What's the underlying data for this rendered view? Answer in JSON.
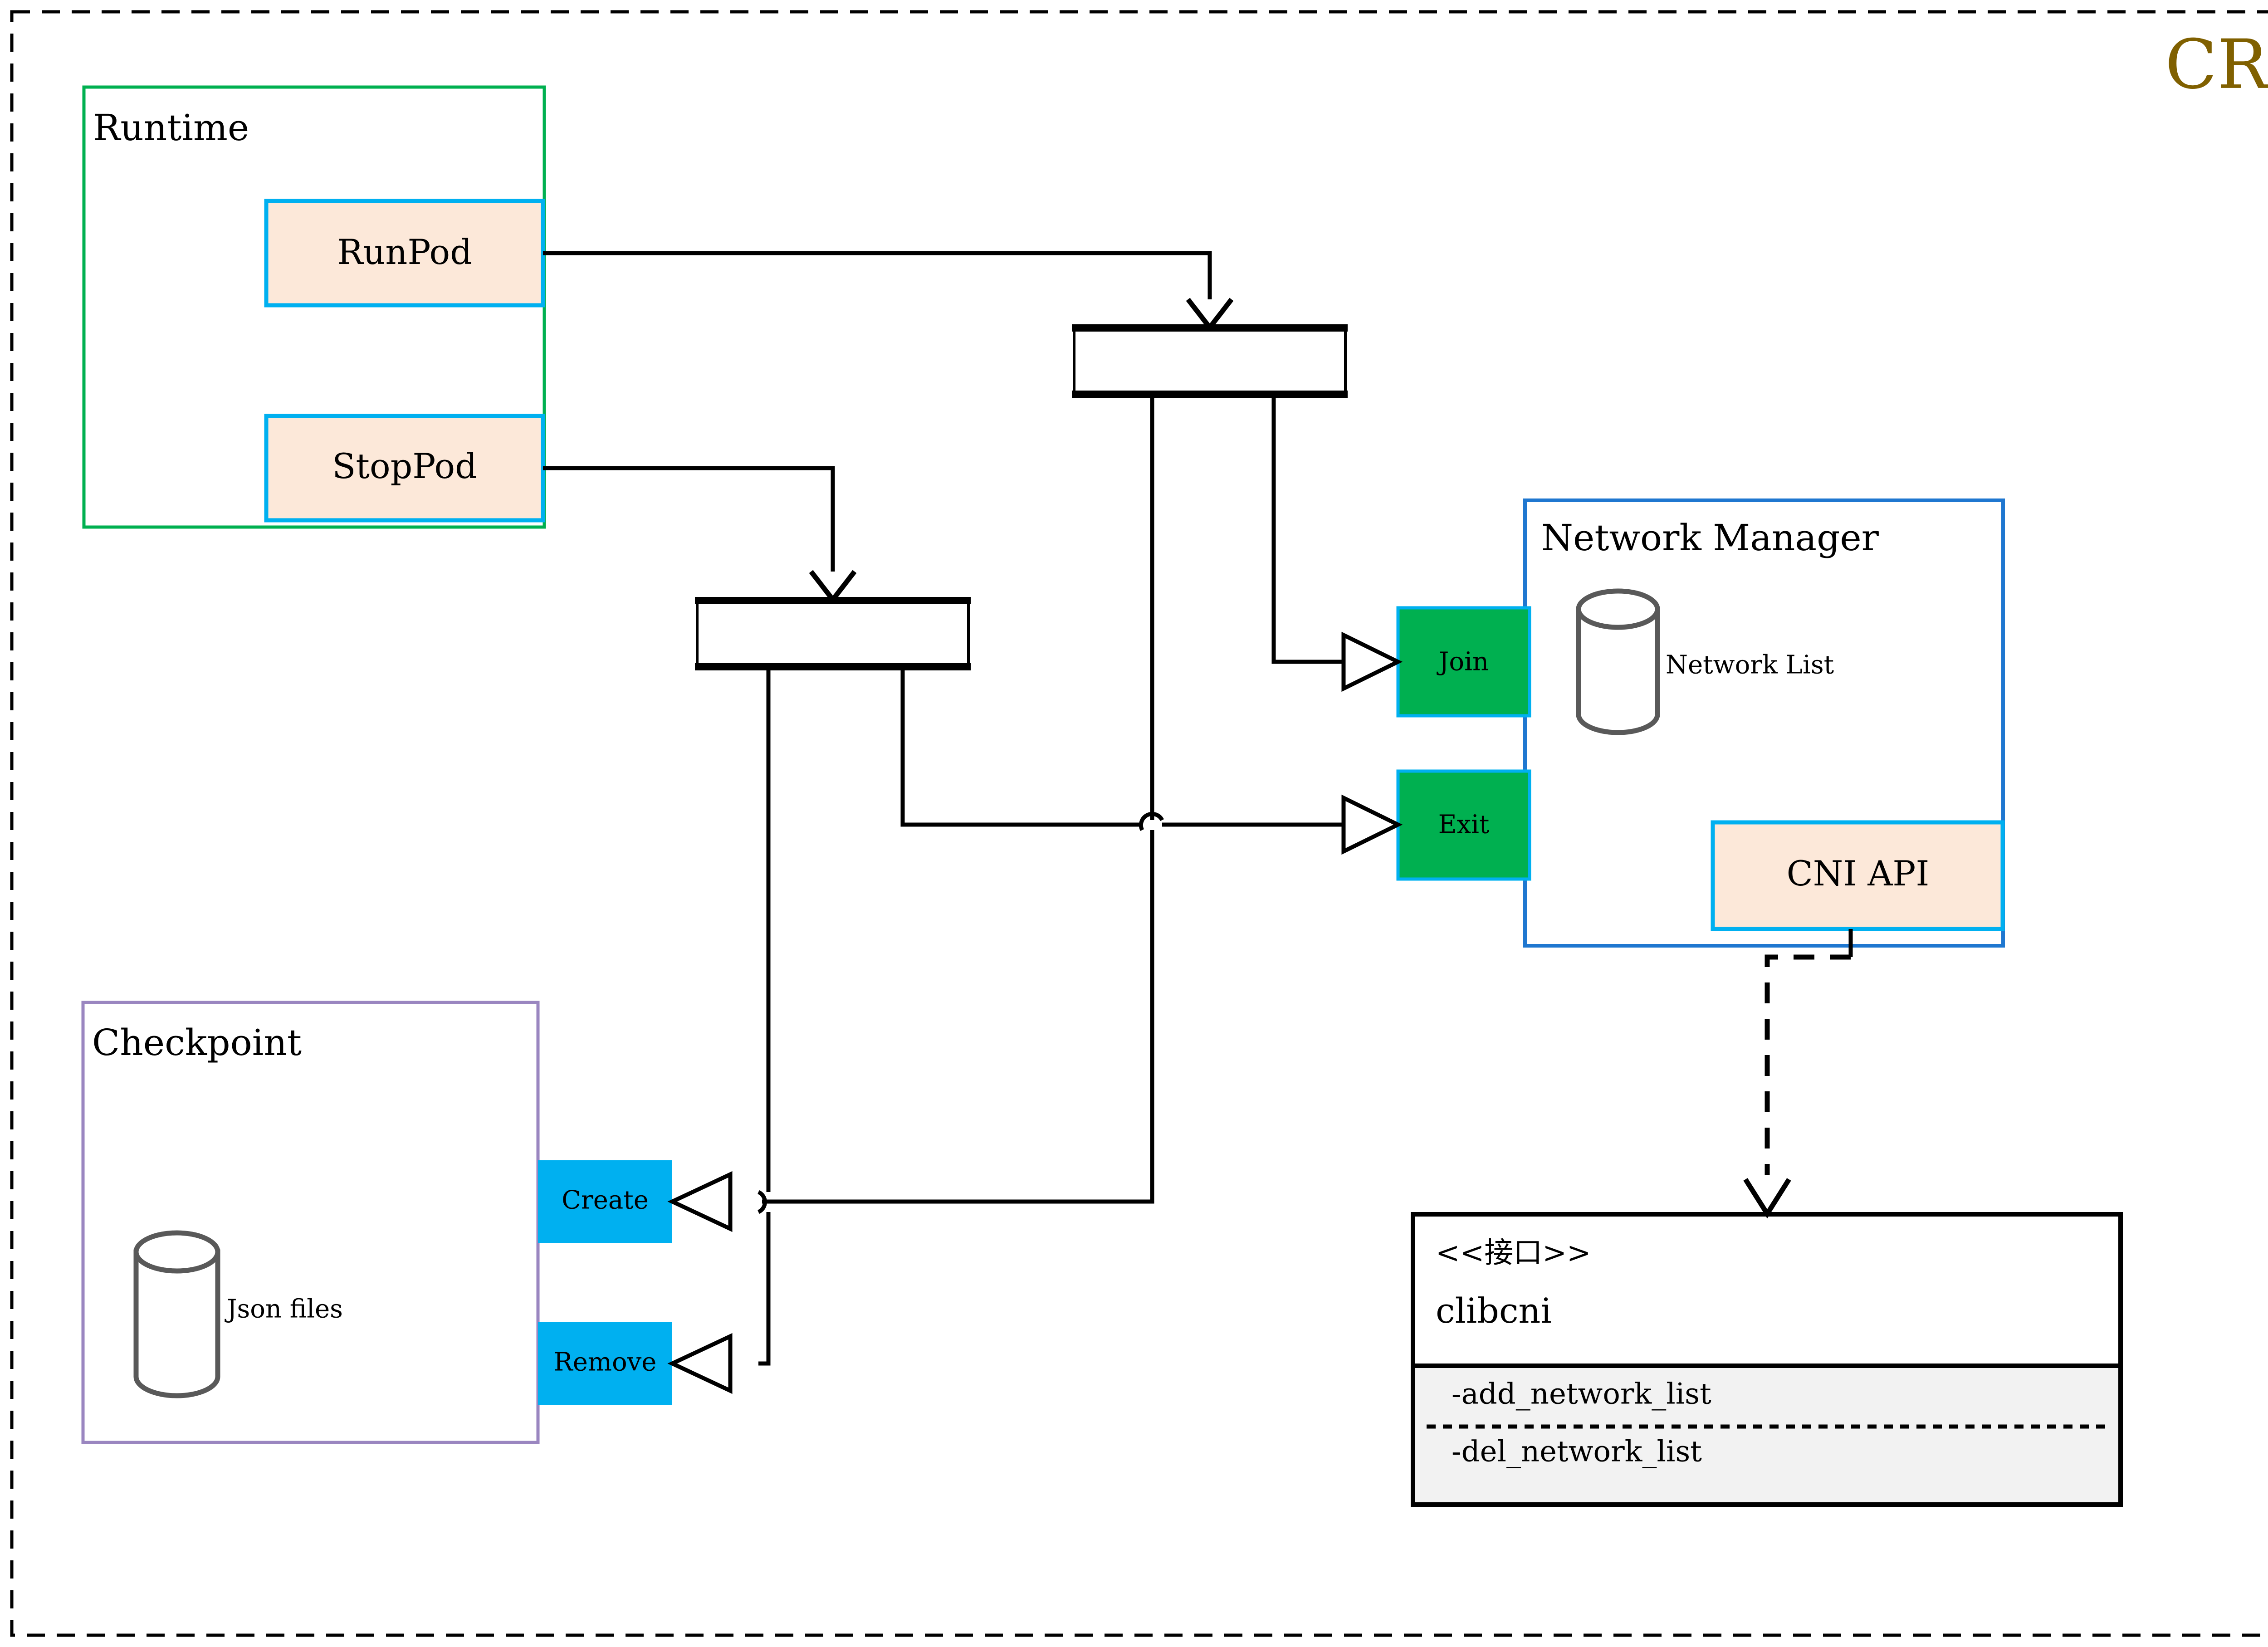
{
  "page": {
    "title": "CRI",
    "title_color": "#806000",
    "frame_style": "dashed"
  },
  "colors": {
    "peach_fill": "#fce8d9",
    "blue_border": "#00b0f0",
    "green_fill": "#00b050",
    "green_border": "#00b050",
    "cyan_fill": "#00b0f0",
    "purple_border": "#9a86c0",
    "nm_border": "#1f77d0",
    "gray_panel": "#f2f2f2",
    "cylinder_stroke": "#595959",
    "line": "#000000"
  },
  "groups": {
    "runtime": {
      "label": "Runtime",
      "nodes": [
        {
          "label": "RunPod"
        },
        {
          "label": "StopPod"
        }
      ]
    },
    "checkpoint": {
      "label": "Checkpoint",
      "store_label": "Json files",
      "nodes": [
        {
          "label": "Create"
        },
        {
          "label": "Remove"
        }
      ]
    },
    "network_manager": {
      "label": "Network Manager",
      "store_label": "Network List",
      "ports": [
        {
          "label": "Join"
        },
        {
          "label": "Exit"
        }
      ],
      "api": {
        "label": "CNI API"
      }
    }
  },
  "interface": {
    "stereotype": "<<接口>>",
    "name": "clibcni",
    "methods": [
      "-add_network_list",
      "-del_network_list"
    ]
  }
}
